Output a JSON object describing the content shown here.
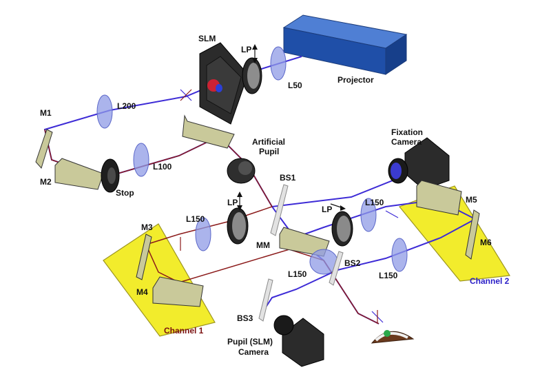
{
  "labels": {
    "slm": "SLM",
    "lp_top": "LP",
    "projector": "Projector",
    "l50": "L50",
    "m1": "M1",
    "l200": "L200",
    "m2": "M2",
    "l100": "L100",
    "stop": "Stop",
    "artificial_pupil_1": "Artificial",
    "artificial_pupil_2": "Pupil",
    "fixation_camera_1": "Fixation",
    "fixation_camera_2": "Camera",
    "bs1": "BS1",
    "lp_mid": "LP",
    "l150_left": "L150",
    "m3": "M3",
    "mm": "MM",
    "lp_right": "LP",
    "l150_right_top": "L150",
    "m5": "M5",
    "m6": "M6",
    "l150_center": "L150",
    "bs2": "BS2",
    "l150_right_bottom": "L150",
    "m4": "M4",
    "bs3": "BS3",
    "pupil_camera_1": "Pupil (SLM)",
    "pupil_camera_2": "Camera",
    "channel_1": "Channel 1",
    "channel_2": "Channel 2"
  },
  "colors": {
    "blue_beam": "#3d2bd6",
    "red_beam": "#8b1a1a",
    "channel_1_text": "#7a1010",
    "channel_2_text": "#2b1fc7",
    "table_fill": "#f2ec2c",
    "projector_fill": "#1f4fa8"
  }
}
